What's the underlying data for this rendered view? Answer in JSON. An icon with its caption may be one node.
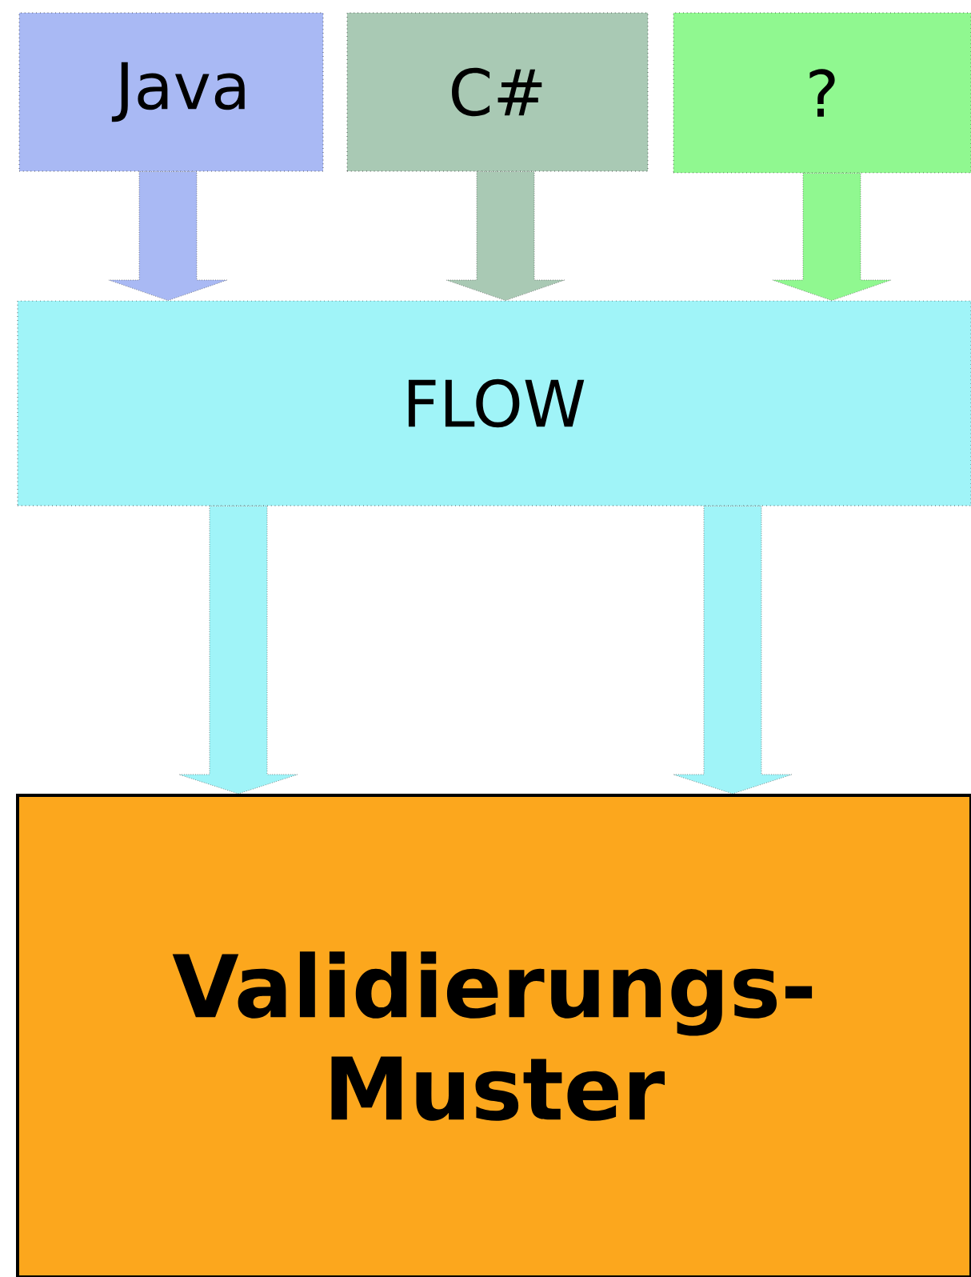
{
  "diagram": {
    "nodes": [
      {
        "text": [
          "Java"
        ]
      },
      {
        "text": [
          "C#"
        ]
      },
      {
        "text": [
          "?"
        ]
      },
      {
        "text": [
          "FLOW"
        ]
      },
      {
        "text": [
          "Validierungs-Muster"
        ]
      }
    ],
    "edges": [
      {
        "from": 0,
        "to": 3,
        "arrow": "to",
        "color": "#a9b9f4"
      },
      {
        "from": 1,
        "to": 3,
        "arrow": "to",
        "color": "#a9c9b4"
      },
      {
        "from": 2,
        "to": 3,
        "arrow": "to",
        "color": "#90f890"
      },
      {
        "from": 3,
        "to": 4,
        "arrow": "to",
        "color": "#a0f4f8"
      },
      {
        "from": 3,
        "to": 4,
        "arrow": "to",
        "color": "#a0f4f8"
      }
    ]
  }
}
